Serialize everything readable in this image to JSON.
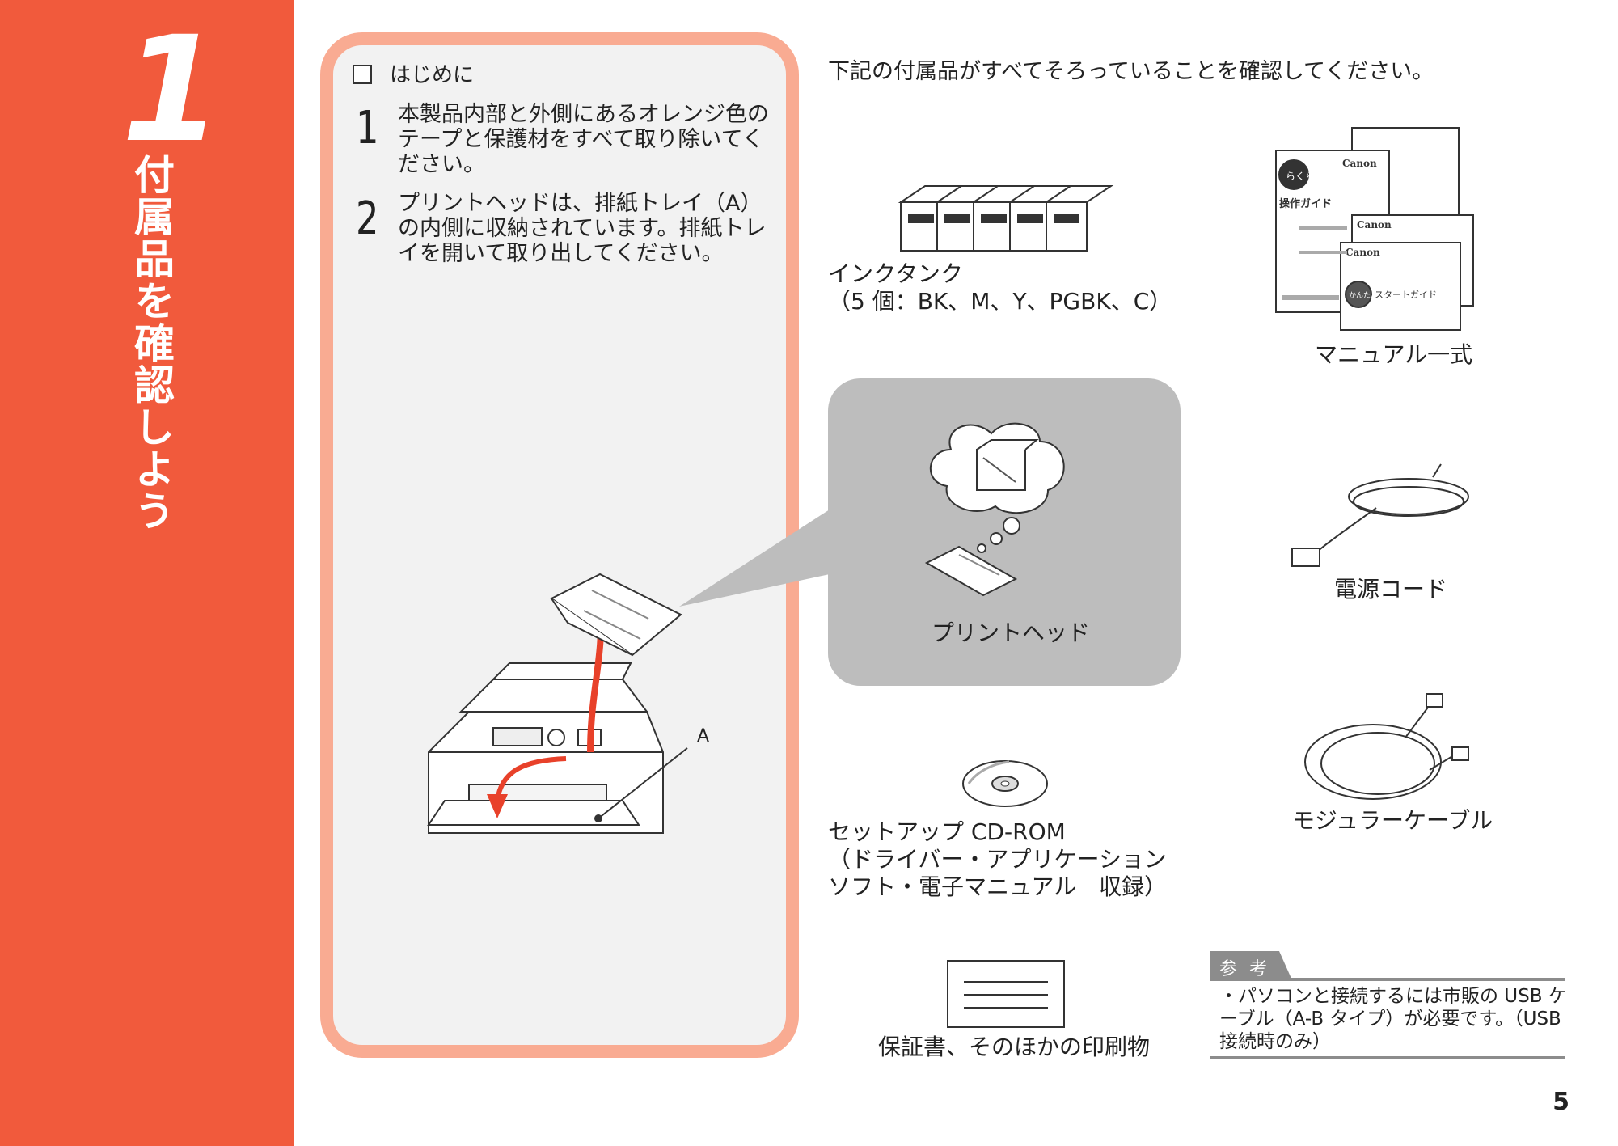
{
  "sidebar": {
    "step_number": "1",
    "step_title": "付属品を確認しよう"
  },
  "intro": {
    "label": "はじめに",
    "steps": [
      {
        "number": "1",
        "text": "本製品内部と外側にあるオレンジ色のテープと保護材をすべて取り除いてください。"
      },
      {
        "number": "2",
        "text": "プリントヘッドは、排紙トレイ（A）の内側に収納されています。排紙トレイを開いて取り出してください。"
      }
    ],
    "callout_letter": "A"
  },
  "main": {
    "heading": "下記の付属品がすべてそろっていることを確認してください。",
    "items": {
      "ink_tank": "インクタンク\n（5 個：BK、M、Y、PGBK、C）",
      "manuals": "マニュアル一式",
      "print_head": "プリントヘッド",
      "power_cord": "電源コード",
      "cd_rom": "セットアップ CD-ROM\n（ドライバー・アプリケーションソフト・電子マニュアル　収録）",
      "modular_cable": "モジュラーケーブル",
      "warranty": "保証書、そのほかの印刷物"
    },
    "manual_art": {
      "brand1": "Canon",
      "brand2": "Canon",
      "brand3": "Canon",
      "badge": "らくらく",
      "guide1": "操作ガイド",
      "badge2": "かんたん",
      "guide2": "スタートガイド"
    }
  },
  "reference": {
    "tab_label": "参 考",
    "text": "・パソコンと接続するには市販の USB ケーブル（A-B タイプ）が必要です。（USB 接続時のみ）"
  },
  "page_number": "5",
  "colors": {
    "sidebar": "#f15a3c",
    "panel_border": "#f9ab92",
    "panel_bg": "#f2f2f2",
    "bubble": "#bdbdbd",
    "arrow": "#e8412a"
  }
}
